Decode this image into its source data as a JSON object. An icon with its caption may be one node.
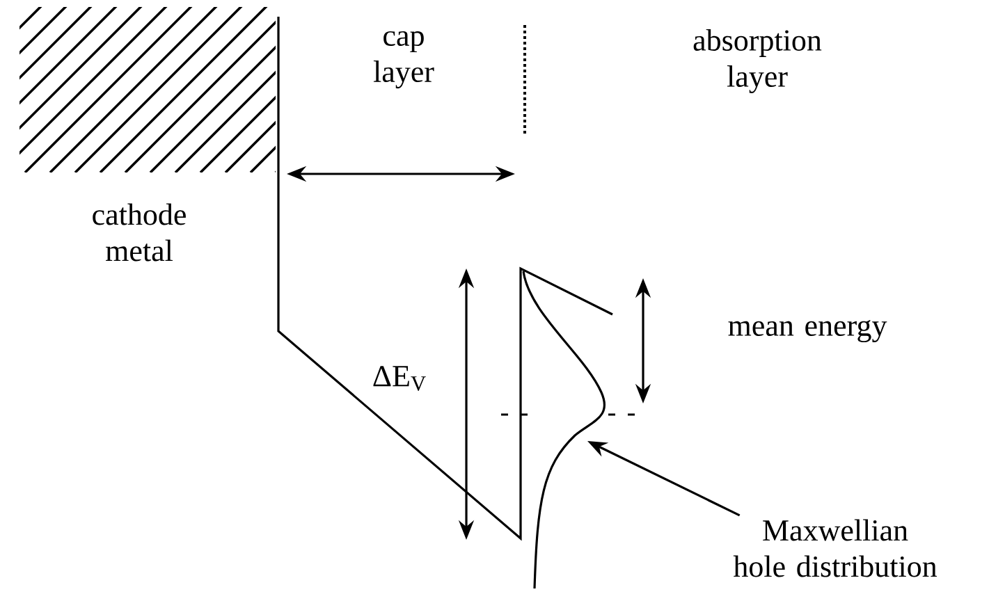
{
  "diagram": {
    "nodes": [
      {
        "text": [
          "Maxwellian hole distribution"
        ]
      },
      {
        "text": [],
        "shape": "curve"
      }
    ],
    "edges": [
      {
        "from": 0,
        "to": 1,
        "arrow": "to"
      }
    ],
    "labels": [
      "cathode metal",
      "cap layer",
      "absorption layer",
      "mean energy",
      "ΔE$_{V}$"
    ]
  }
}
